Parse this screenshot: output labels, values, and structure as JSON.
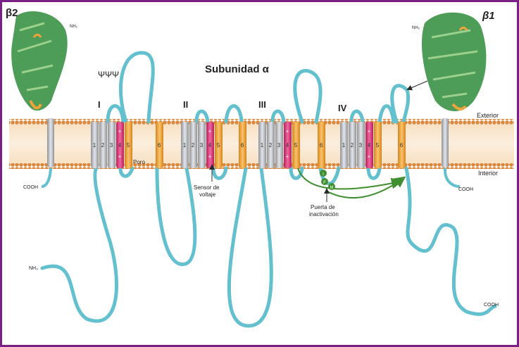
{
  "title": "Subunidad α",
  "beta_left": "β2",
  "beta_right": "β1",
  "domains": [
    "I",
    "II",
    "III",
    "IV"
  ],
  "segments": [
    "1",
    "2",
    "3",
    "4",
    "5",
    "6"
  ],
  "charge_mark": "+",
  "pore_label": "Poro",
  "glyco_mark": "ΨΨΨ",
  "sensor_label_1": "Sensor de",
  "sensor_label_2": "voltaje",
  "gate_label_1": "Puerta de",
  "gate_label_2": "inactivación",
  "exterior_label": "Exterior",
  "interior_label": "Interior",
  "nh3": "NH₃",
  "nh3_small": "NH₂",
  "cooh": "COOH",
  "ifm": [
    "I",
    "F",
    "M"
  ],
  "colors": {
    "frame": "#7a1f86",
    "chain": "#63c0cf",
    "chain_dark": "#3a8fa0",
    "gray_helix": "#b9bcc2",
    "pink_helix": "#e23d7f",
    "orange_helix": "#f2a33a",
    "lipid_head": "#d9883d",
    "lipid_tail": "#f7d9b4",
    "beta_green": "#2e8b3a",
    "gate_green": "#3f8e2f"
  }
}
